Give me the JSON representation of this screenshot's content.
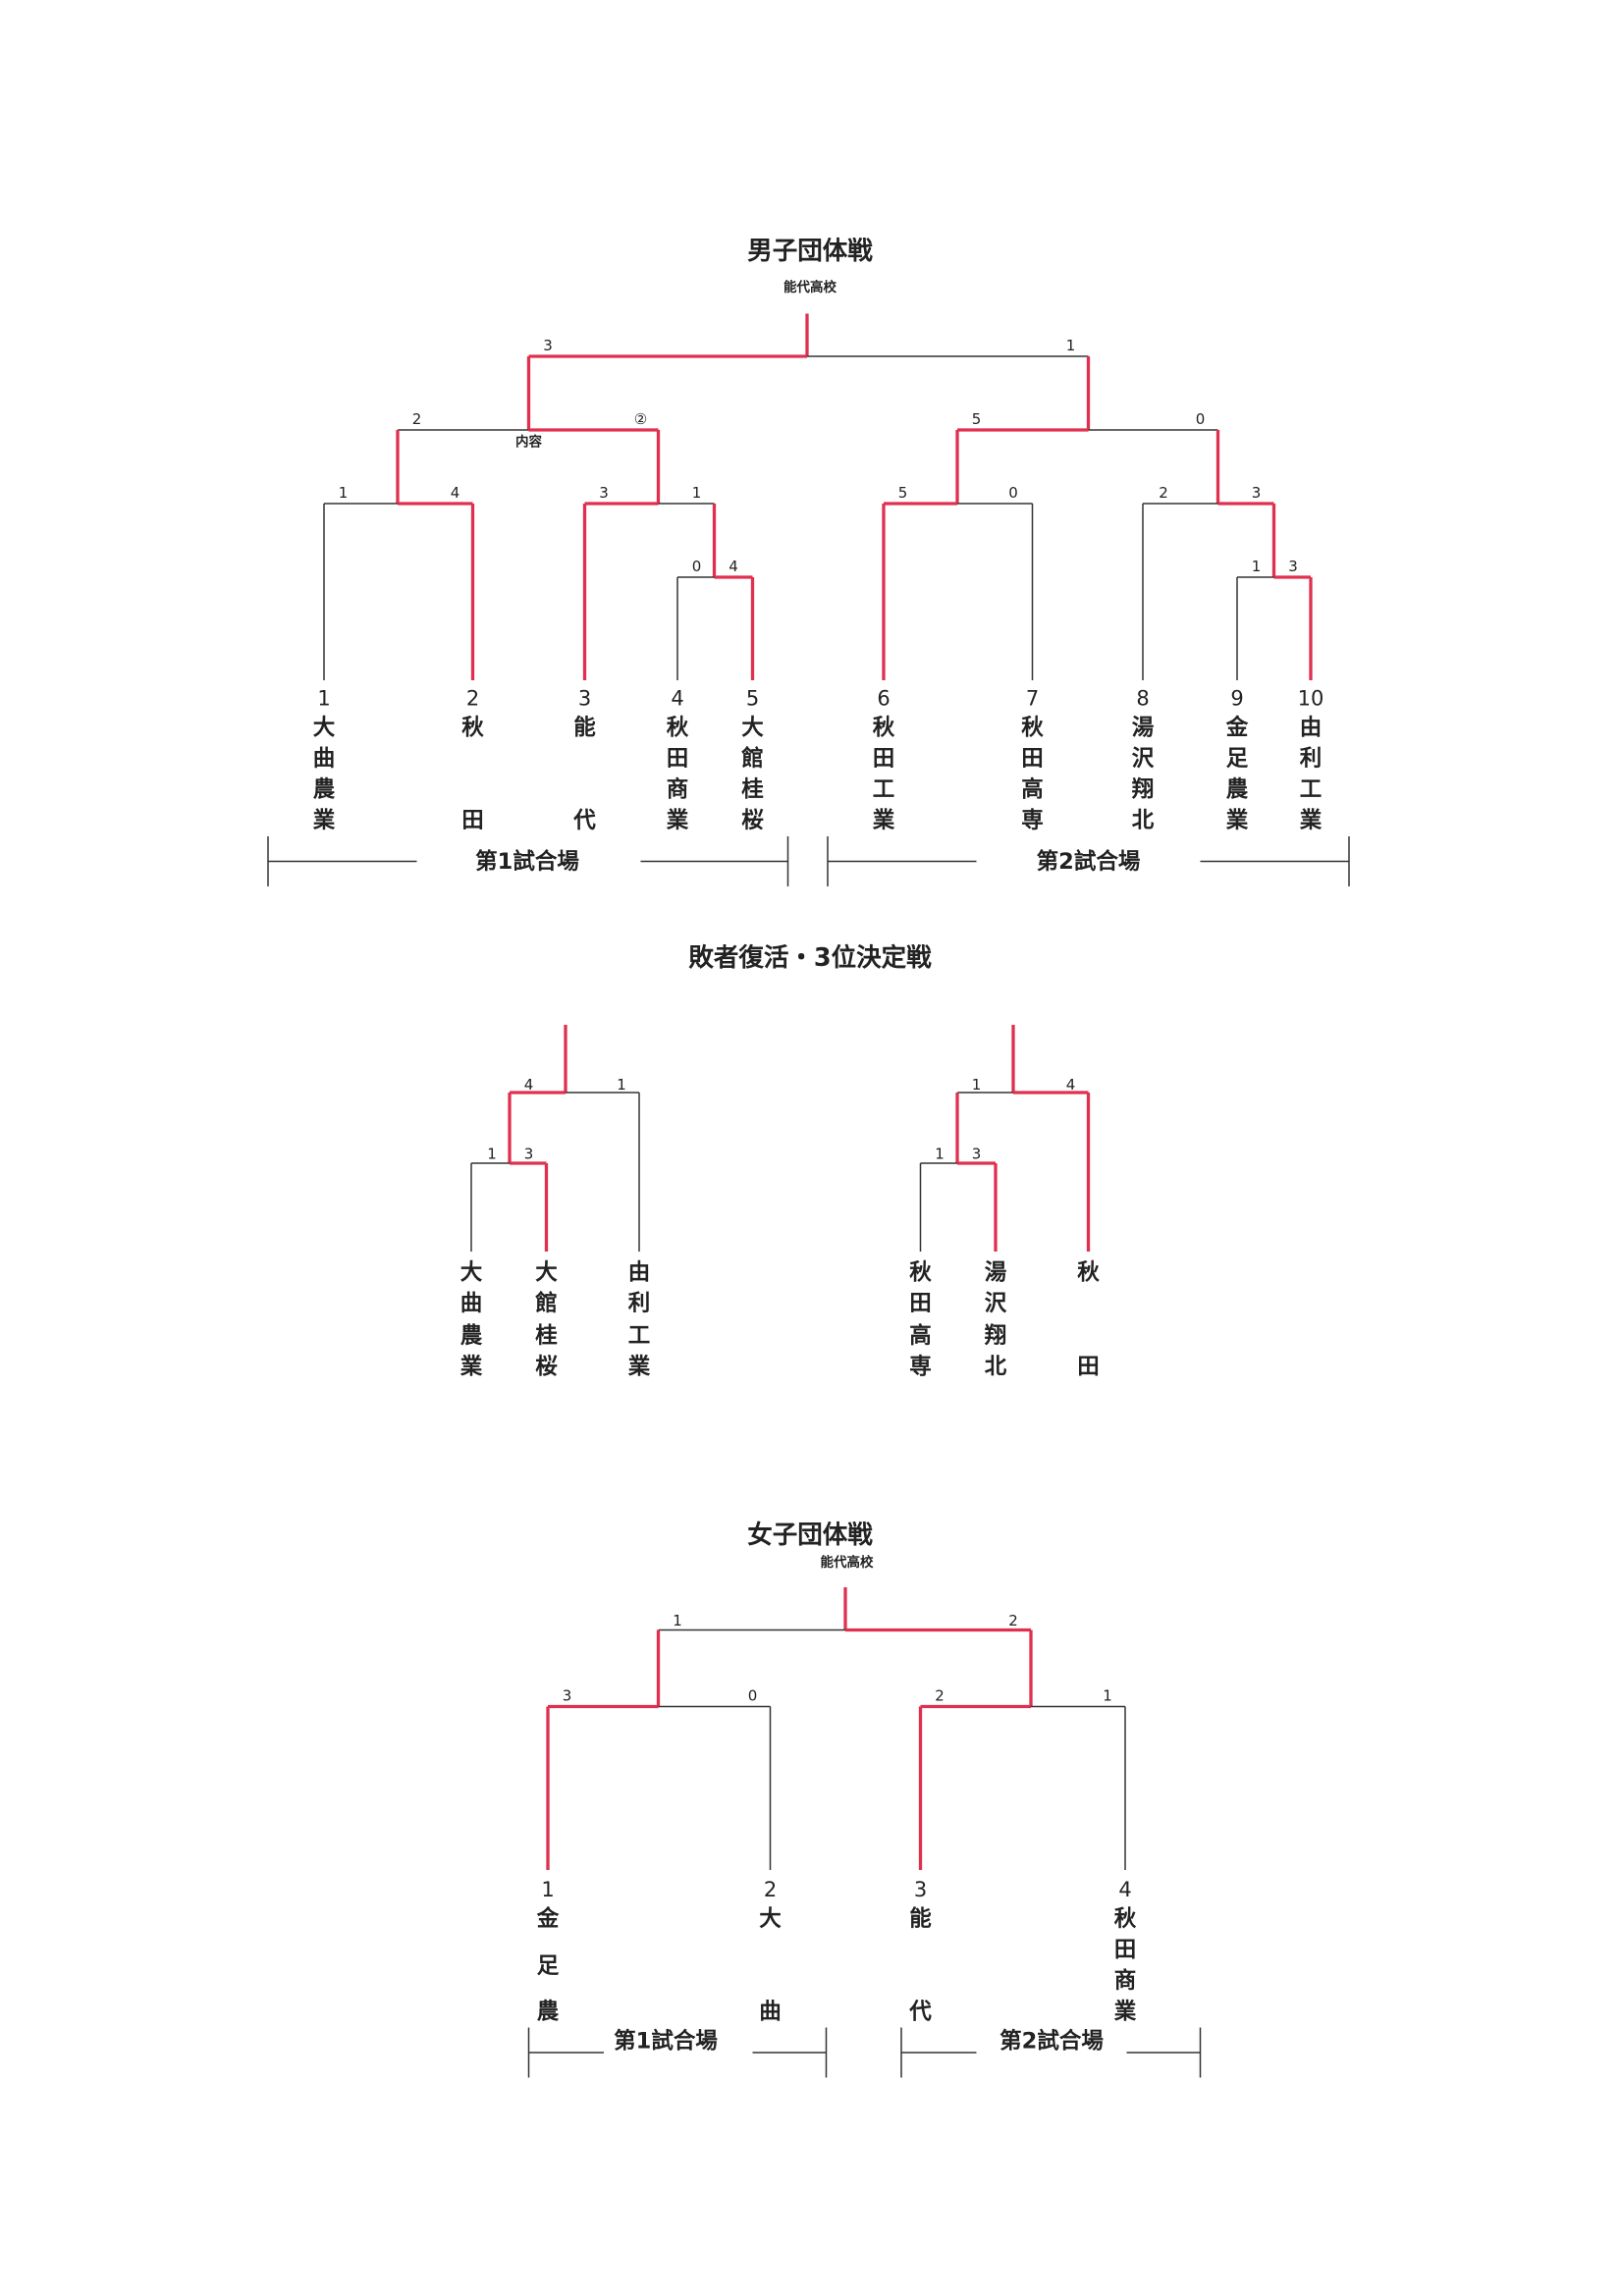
{
  "men": {
    "title": "男子団体戦",
    "winner": "能代高校",
    "note": "内容",
    "scores": [
      "3",
      "1",
      "2",
      "②",
      "5",
      "0",
      "1",
      "4",
      "3",
      "1",
      "5",
      "0",
      "2",
      "3",
      "0",
      "4",
      "1",
      "3"
    ],
    "teams": [
      {
        "no": "1",
        "chars": [
          "大",
          "曲",
          "農",
          "業"
        ]
      },
      {
        "no": "2",
        "chars": [
          "秋",
          "",
          "",
          "田"
        ]
      },
      {
        "no": "3",
        "chars": [
          "能",
          "",
          "",
          "代"
        ]
      },
      {
        "no": "4",
        "chars": [
          "秋",
          "田",
          "商",
          "業"
        ]
      },
      {
        "no": "5",
        "chars": [
          "大",
          "館",
          "桂",
          "桜"
        ]
      },
      {
        "no": "6",
        "chars": [
          "秋",
          "田",
          "工",
          "業"
        ]
      },
      {
        "no": "7",
        "chars": [
          "秋",
          "田",
          "高",
          "専"
        ]
      },
      {
        "no": "8",
        "chars": [
          "湯",
          "沢",
          "翔",
          "北"
        ]
      },
      {
        "no": "9",
        "chars": [
          "金",
          "足",
          "農",
          "業"
        ]
      },
      {
        "no": "10",
        "chars": [
          "由",
          "利",
          "工",
          "業"
        ]
      }
    ],
    "venues": [
      "第1試合場",
      "第2試合場"
    ]
  },
  "repechage": {
    "title": "敗者復活・3位決定戦",
    "left_scores": [
      "4",
      "1",
      "1",
      "3"
    ],
    "left_teams": [
      {
        "chars": [
          "大",
          "曲",
          "農",
          "業"
        ]
      },
      {
        "chars": [
          "大",
          "館",
          "桂",
          "桜"
        ]
      },
      {
        "chars": [
          "由",
          "利",
          "工",
          "業"
        ]
      }
    ],
    "right_scores": [
      "1",
      "4",
      "1",
      "3"
    ],
    "right_teams": [
      {
        "chars": [
          "秋",
          "田",
          "高",
          "専"
        ]
      },
      {
        "chars": [
          "湯",
          "沢",
          "翔",
          "北"
        ]
      },
      {
        "chars": [
          "秋",
          "",
          "",
          "田"
        ]
      }
    ]
  },
  "women": {
    "title": "女子団体戦",
    "winner": "能代高校",
    "scores": [
      "1",
      "2",
      "3",
      "0",
      "2",
      "1"
    ],
    "teams": [
      {
        "no": "1",
        "chars": [
          "金",
          "足",
          "農"
        ]
      },
      {
        "no": "2",
        "chars": [
          "大",
          "",
          "曲"
        ]
      },
      {
        "no": "3",
        "chars": [
          "能",
          "",
          "代"
        ]
      },
      {
        "no": "4",
        "chars": [
          "秋",
          "田",
          "商",
          "業"
        ]
      }
    ],
    "venues": [
      "第1試合場",
      "第2試合場"
    ]
  },
  "colors": {
    "winner_line": "#e0304f",
    "line": "#333333"
  }
}
